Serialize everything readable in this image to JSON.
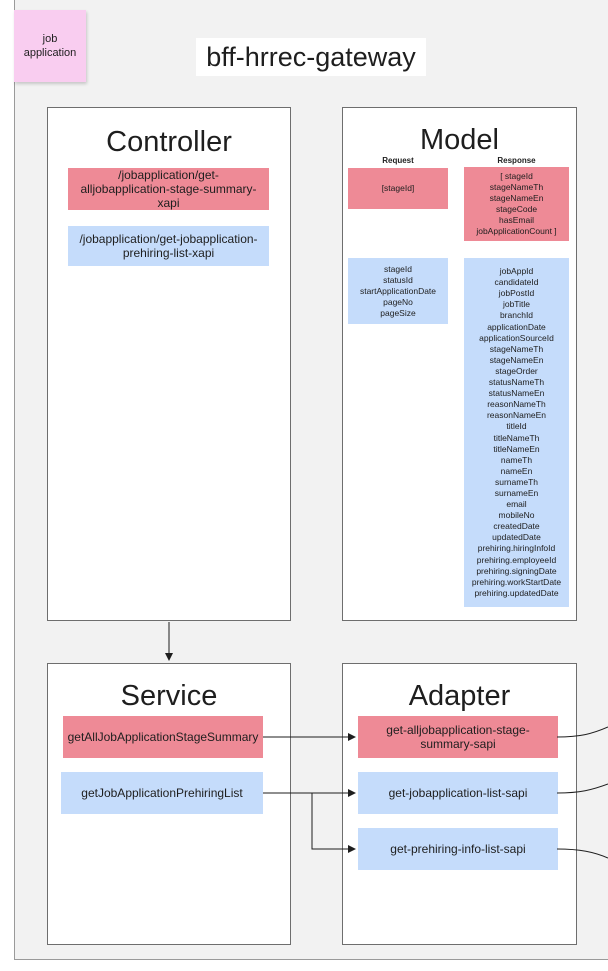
{
  "sticky_note": "job\napplication",
  "title": "bff-hrrec-gateway",
  "controller": {
    "title": "Controller",
    "endpoint_1": "/jobapplication/get-alljobapplication-stage-summary-xapi",
    "endpoint_2": "/jobapplication/get-jobapplication-prehiring-list-xapi"
  },
  "model": {
    "title": "Model",
    "request_header": "Request",
    "response_header": "Response",
    "request_1": "[stageId]",
    "response_1": [
      "[ stageId",
      "stageNameTh",
      "stageNameEn",
      "stageCode",
      "hasEmail",
      "jobApplicationCount ]"
    ],
    "request_2": [
      "stageId",
      "statusId",
      "startApplicationDate",
      "pageNo",
      "pageSize"
    ],
    "response_2": [
      "jobAppId",
      "candidateId",
      "jobPostId",
      "jobTitle",
      "branchId",
      "applicationDate",
      "applicationSourceId",
      "stageNameTh",
      "stageNameEn",
      "stageOrder",
      "statusNameTh",
      "statusNameEn",
      "reasonNameTh",
      "reasonNameEn",
      "titleId",
      "titleNameTh",
      "titleNameEn",
      "nameTh",
      "nameEn",
      "surnameTh",
      "surnameEn",
      "email",
      "mobileNo",
      "createdDate",
      "updatedDate",
      "prehiring.hiringInfoId",
      "prehiring.employeeId",
      "prehiring.signingDate",
      "prehiring.workStartDate",
      "prehiring.updatedDate"
    ]
  },
  "service": {
    "title": "Service",
    "method_1": "getAllJobApplicationStageSummary",
    "method_2": "getJobApplicationPrehiringList"
  },
  "adapter": {
    "title": "Adapter",
    "api_1": "get-alljobapplication-stage-summary-sapi",
    "api_2": "get-jobapplication-list-sapi",
    "api_3": "get-prehiring-info-list-sapi"
  },
  "colors": {
    "pink_box": "#ee8a96",
    "blue_box": "#c5dcfb",
    "sticky_note": "#f9cdf0"
  }
}
